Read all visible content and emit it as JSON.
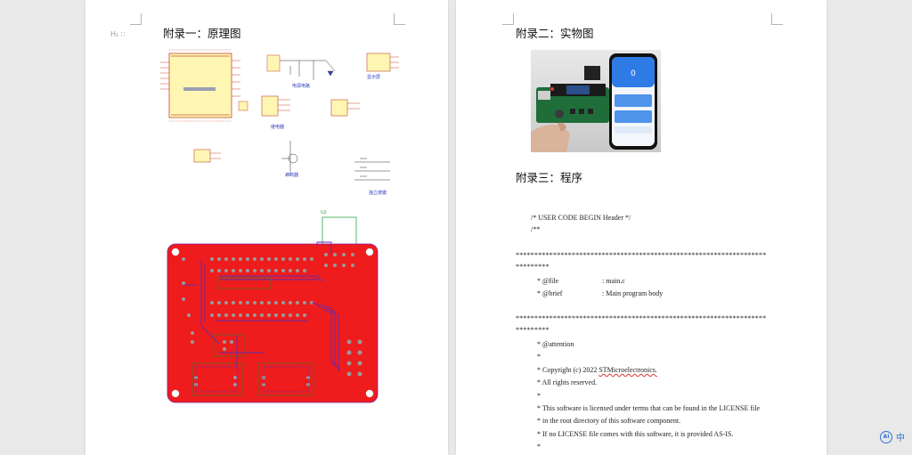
{
  "left_page": {
    "para_mark": "H₁ ∷",
    "heading1": "附录一：原理图",
    "schematic": {
      "power_label": "电源电路",
      "relay_label": "继电器",
      "bottom_right_label": "独立按键",
      "small_label_a": "蜂鸣器",
      "small_label_b": "显示屏"
    },
    "pcb": {
      "connector_label": "U2"
    }
  },
  "right_page": {
    "heading2": "附录二：实物图",
    "phone_value": "0",
    "heading3": "附录三：程序",
    "code_lines": [
      {
        "indent": 0,
        "text": "/* USER CODE BEGIN Header */"
      },
      {
        "indent": 0,
        "text": "/**"
      }
    ],
    "stars_line1": "*******************************************************************",
    "stars_line1_cont": "*********",
    "file_key": "* @file",
    "file_val": ": main.c",
    "brief_key": "* @brief",
    "brief_val": ": Main program body",
    "stars_line2": "*******************************************************************",
    "stars_line2_cont": "*********",
    "attention_lines": [
      "* @attention",
      "*",
      "* Copyright (c) 2022 ",
      "* All rights reserved.",
      "*",
      "* This software is licensed under terms that can be found in the LICENSE file",
      "* in the root directory of this software component.",
      "* If no LICENSE file comes with this software, it is provided AS-IS.",
      "*"
    ],
    "copyright_holder": "STMicroelectronics."
  },
  "lang_badge": {
    "icon_text": "AI",
    "label": "中"
  },
  "colors": {
    "pcb_red": "#ee1c1c",
    "schematic_yellow": "#fff6b3",
    "link_blue": "#2f6fd6"
  }
}
